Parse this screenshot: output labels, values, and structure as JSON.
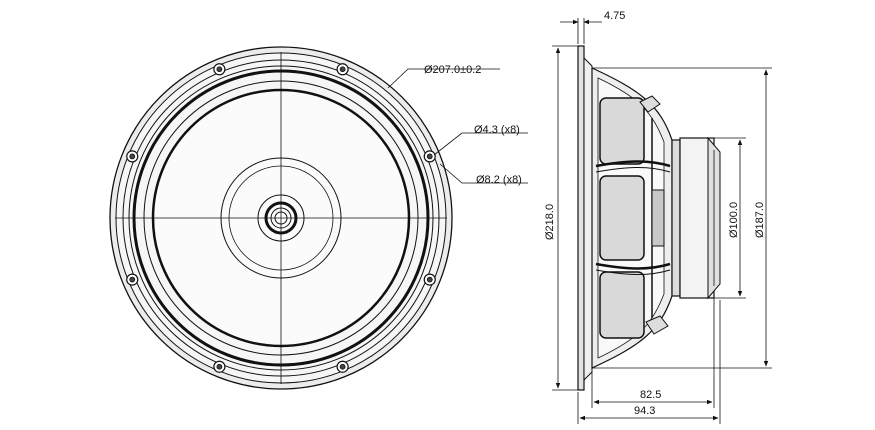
{
  "drawing": {
    "front_view": {
      "outer_diameter_label": "Ø207.0±0.2",
      "hole_label": "Ø4.3 (x8)",
      "bolt_circle_label": "Ø8.2 (x8)",
      "hole_count": 8
    },
    "side_view": {
      "flange_thickness_label": "4.75",
      "overall_diameter_label": "Ø218.0",
      "magnet_diameter_label": "Ø100.0",
      "basket_diameter_label": "Ø187.0",
      "depth_inner_label": "82.5",
      "depth_overall_label": "94.3"
    }
  }
}
